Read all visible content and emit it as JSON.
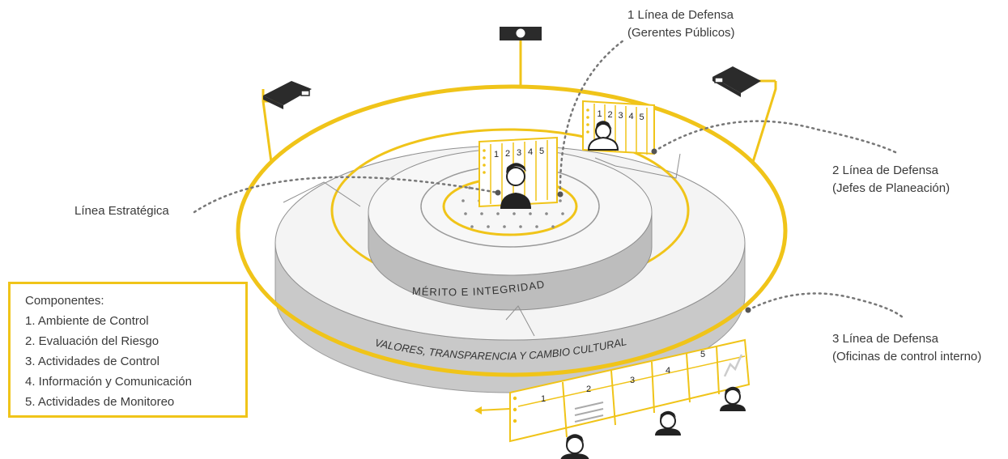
{
  "labels": {
    "line1": {
      "title": "1 Línea de Defensa",
      "sub": "(Gerentes Públicos)"
    },
    "line2": {
      "title": "2 Línea de Defensa",
      "sub": "(Jefes de Planeación)"
    },
    "line3": {
      "title": "3 Línea de Defensa",
      "sub": "(Oficinas de control interno)"
    },
    "strategic": "Línea Estratégica"
  },
  "components": {
    "heading": "Componentes:",
    "items": [
      "1. Ambiente de Control",
      "2. Evaluación del Riesgo",
      "3. Actividades de Control",
      "4. Información y Comunicación",
      "5. Actividades de Monitoreo"
    ]
  },
  "bands": {
    "inner": "MÉRITO   E   INTEGRIDAD",
    "outer": "VALORES, TRANSPARENCIA Y CAMBIO CULTURAL"
  },
  "panel_numbers": [
    "1",
    "2",
    "3",
    "4",
    "5"
  ],
  "colors": {
    "accent": "#f0c419",
    "dark": "#2b2b2b",
    "band": "#c9c9c9",
    "dots": "#777777"
  }
}
